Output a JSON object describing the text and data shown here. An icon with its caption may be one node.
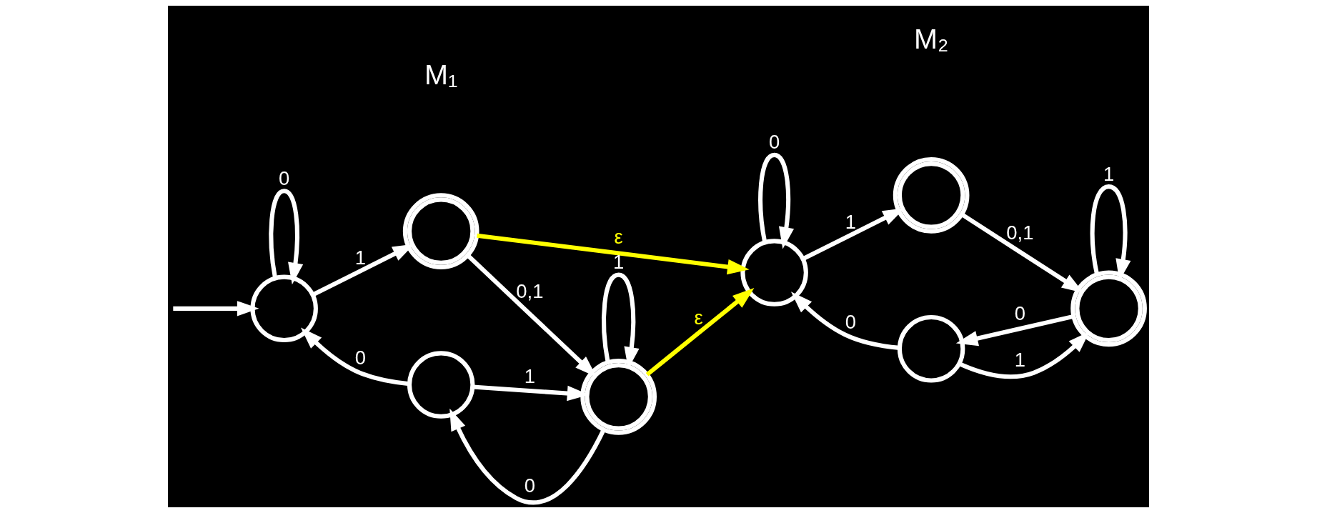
{
  "diagram": {
    "nodes": [
      {
        "text": [],
        "shape": "circle"
      },
      {
        "text": [],
        "shape": "doublecircle"
      },
      {
        "text": [],
        "shape": "doublecircle"
      },
      {
        "text": [],
        "shape": "circle"
      },
      {
        "text": [],
        "shape": "circle"
      },
      {
        "text": [],
        "shape": "doublecircle"
      },
      {
        "text": [],
        "shape": "doublecircle"
      },
      {
        "text": [],
        "shape": "circle"
      }
    ],
    "edges": [
      {
        "from": null,
        "to": 0,
        "arrow": "to"
      },
      {
        "from": 0,
        "to": 0,
        "arrow": "to",
        "label": "0"
      },
      {
        "from": 0,
        "to": 1,
        "arrow": "to",
        "label": "1"
      },
      {
        "from": 1,
        "to": 2,
        "arrow": "to",
        "label": "0,1"
      },
      {
        "from": 2,
        "to": 2,
        "arrow": "to",
        "label": "1"
      },
      {
        "from": 2,
        "to": 3,
        "arrow": "to",
        "label": "0"
      },
      {
        "from": 3,
        "to": 2,
        "arrow": "to",
        "label": "1"
      },
      {
        "from": 3,
        "to": 0,
        "arrow": "to",
        "label": "0"
      },
      {
        "from": 1,
        "to": 4,
        "arrow": "to",
        "label": "ε",
        "color": "#ffff00"
      },
      {
        "from": 2,
        "to": 4,
        "arrow": "to",
        "label": "ε",
        "color": "#ffff00"
      },
      {
        "from": 4,
        "to": 4,
        "arrow": "to",
        "label": "0"
      },
      {
        "from": 4,
        "to": 5,
        "arrow": "to",
        "label": "1"
      },
      {
        "from": 5,
        "to": 6,
        "arrow": "to",
        "label": "0,1"
      },
      {
        "from": 6,
        "to": 6,
        "arrow": "to",
        "label": "1"
      },
      {
        "from": 6,
        "to": 7,
        "arrow": "to",
        "label": "0"
      },
      {
        "from": 7,
        "to": 6,
        "arrow": "to",
        "label": "1"
      },
      {
        "from": 7,
        "to": 4,
        "arrow": "to",
        "label": "0"
      }
    ],
    "labels": [
      "M₁",
      "M₂"
    ]
  }
}
